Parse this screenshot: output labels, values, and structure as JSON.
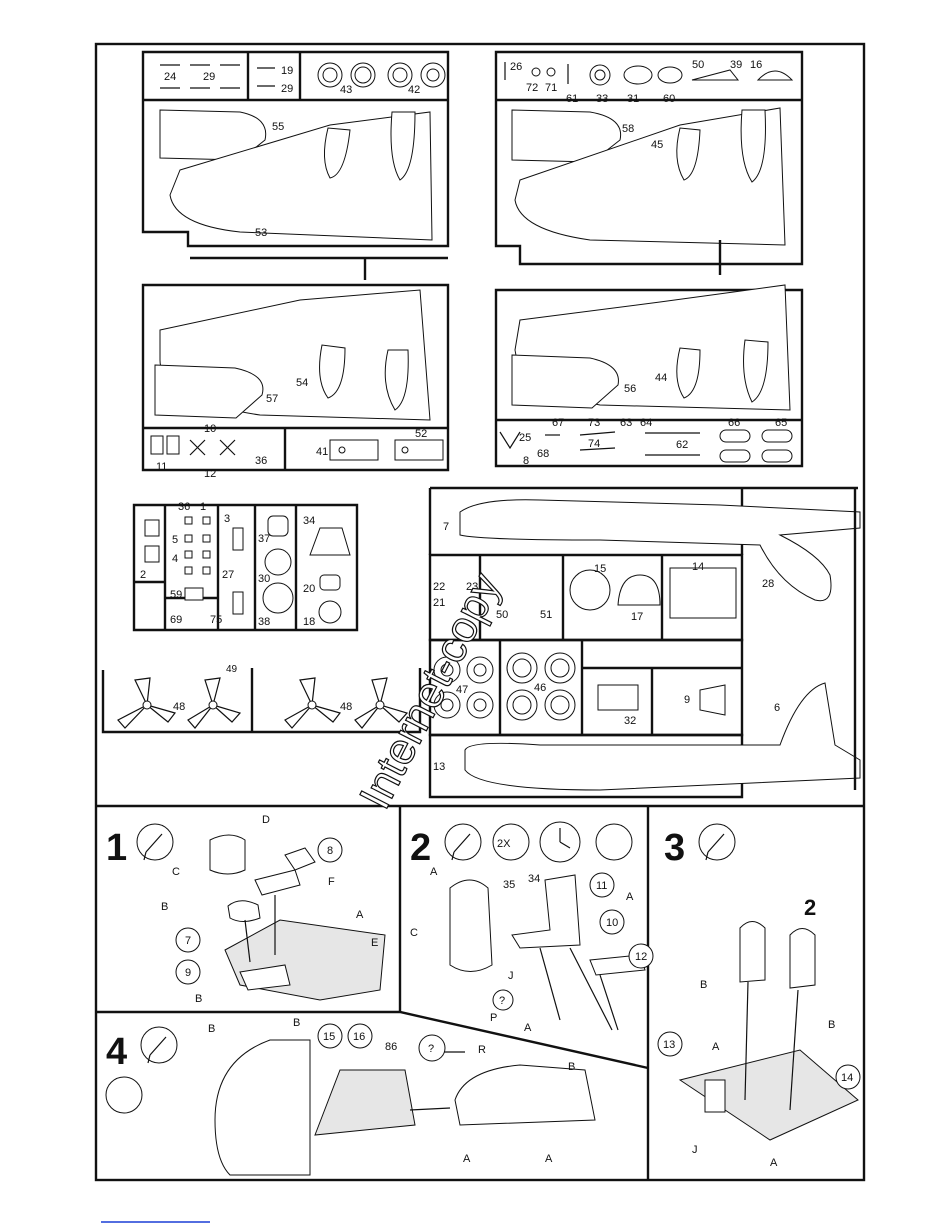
{
  "sprues": {
    "top_left": {
      "labels": [
        "24",
        "29",
        "19",
        "29",
        "43",
        "42",
        "55",
        "53"
      ]
    },
    "top_right": {
      "labels": [
        "26",
        "72",
        "71",
        "61",
        "33",
        "31",
        "60",
        "50",
        "39",
        "16",
        "58",
        "45"
      ]
    },
    "mid_left": {
      "labels": [
        "54",
        "57",
        "10",
        "11",
        "12",
        "36",
        "41",
        "52"
      ]
    },
    "mid_right": {
      "labels": [
        "44",
        "56",
        "67",
        "73",
        "63",
        "64",
        "66",
        "65",
        "25",
        "68",
        "8",
        "74",
        "62"
      ]
    },
    "small_left": {
      "labels": [
        "36",
        "1",
        "3",
        "34",
        "5",
        "4",
        "2",
        "37",
        "27",
        "30",
        "20",
        "59",
        "69",
        "75",
        "38",
        "18"
      ]
    },
    "fuselage_right": {
      "labels": [
        "7",
        "28",
        "22",
        "23",
        "21",
        "50",
        "51",
        "15",
        "17",
        "14",
        "47",
        "46",
        "32",
        "9",
        "6",
        "13"
      ]
    },
    "props": {
      "labels": [
        "49",
        "48",
        "48"
      ]
    }
  },
  "steps": [
    {
      "number": "1",
      "callouts": [
        "8",
        "7",
        "9"
      ],
      "tags": [
        "D",
        "C",
        "F",
        "B",
        "A",
        "E",
        "B"
      ]
    },
    {
      "number": "2",
      "multiplier": "2X",
      "callouts": [
        "35",
        "34",
        "11",
        "10",
        "12"
      ],
      "tags": [
        "A",
        "A",
        "C",
        "J",
        "P",
        "A"
      ],
      "question": "?"
    },
    {
      "number": "3",
      "callouts": [
        "2",
        "13",
        "14"
      ],
      "tags": [
        "B",
        "A",
        "B",
        "J",
        "A"
      ]
    },
    {
      "number": "4",
      "callouts": [
        "15",
        "16",
        "86"
      ],
      "tags": [
        "B",
        "B",
        "R",
        "B",
        "A",
        "A"
      ],
      "question": "?"
    }
  ],
  "watermark": {
    "text": "Internet-copy"
  },
  "colors": {
    "ink": "#111111",
    "paper": "#ffffff"
  }
}
